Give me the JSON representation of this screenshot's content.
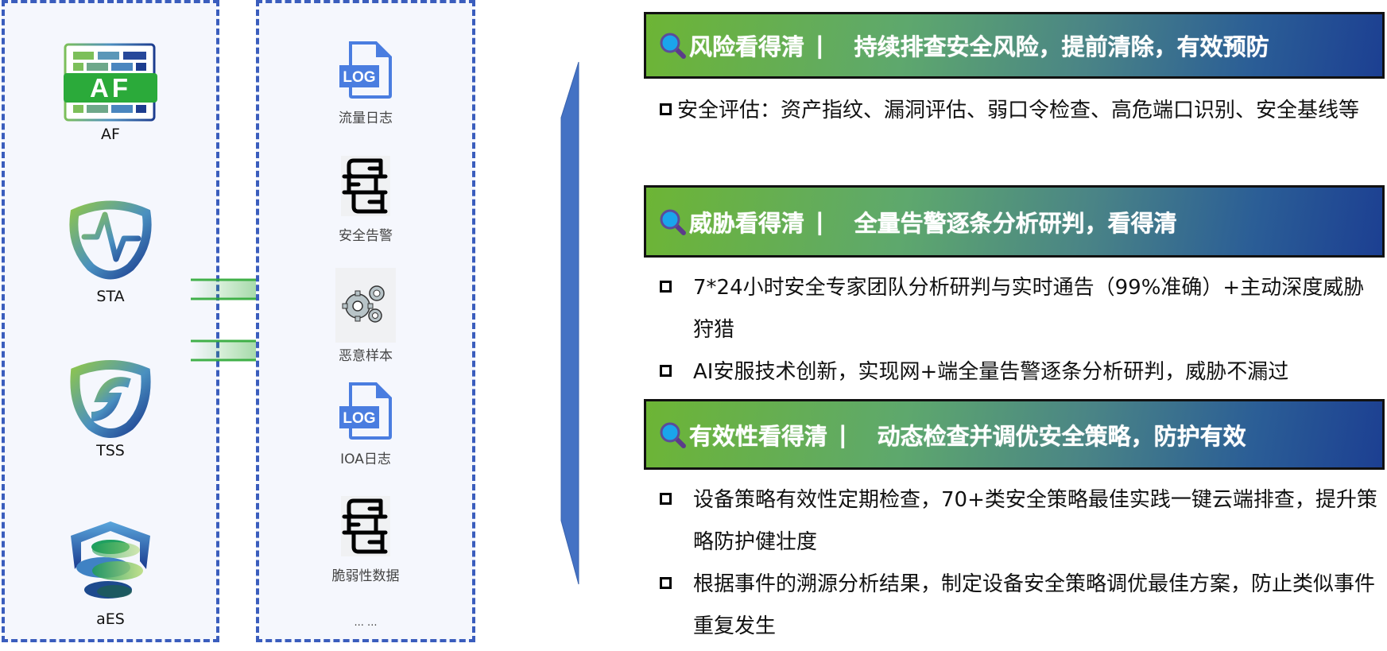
{
  "devices": [
    {
      "label": "AF",
      "icon": "af-firewall-icon"
    },
    {
      "label": "STA",
      "icon": "sta-shield-pulse-icon"
    },
    {
      "label": "TSS",
      "icon": "tss-shield-icon"
    },
    {
      "label": "aES",
      "icon": "aes-shield-globe-icon"
    }
  ],
  "data_sources": [
    {
      "label": "流量日志",
      "icon": "log-file-icon"
    },
    {
      "label": "安全告警",
      "icon": "book-stack-icon"
    },
    {
      "label": "恶意样本",
      "icon": "gears-icon"
    },
    {
      "label": "IOA日志",
      "icon": "log-file-icon"
    },
    {
      "label": "脆弱性数据",
      "icon": "book-stack-icon"
    },
    {
      "label": "... ...",
      "icon": ""
    }
  ],
  "af_badge_text": "AF",
  "log_badge_text": "LOG",
  "sections": [
    {
      "title": "风险看得清",
      "separator": "|",
      "subtitle": "持续排查安全风险，提前清除，有效预防",
      "bullets": [
        "安全评估：资产指纹、漏洞评估、弱口令检查、高危端口识别、安全基线等"
      ]
    },
    {
      "title": "威胁看得清",
      "separator": "|",
      "subtitle": "全量告警逐条分析研判，看得清",
      "bullets": [
        "7*24小时安全专家团队分析研判与实时通告（99%准确）+主动深度威胁狩猎",
        "AI安服技术创新，实现网+端全量告警逐条分析研判，威胁不漏过"
      ]
    },
    {
      "title": "有效性看得清",
      "separator": "|",
      "subtitle": "动态检查并调优安全策略，防护有效",
      "bullets": [
        "设备策略有效性定期检查，70+类安全策略最佳实践一键云端排查，提升策略防护健壮度",
        "根据事件的溯源分析结果，制定设备安全策略调优最佳方案，防止类似事件重复发生"
      ]
    }
  ],
  "colors": {
    "dashed_border": "#3a5dbd",
    "column_bg": "#f5f7fd",
    "header_gradient_start": "#6db535",
    "header_gradient_end": "#1c3f92",
    "arrow_green": "#2ea836",
    "funnel_blue": "#4472c4",
    "log_blue": "#4a7de0"
  }
}
